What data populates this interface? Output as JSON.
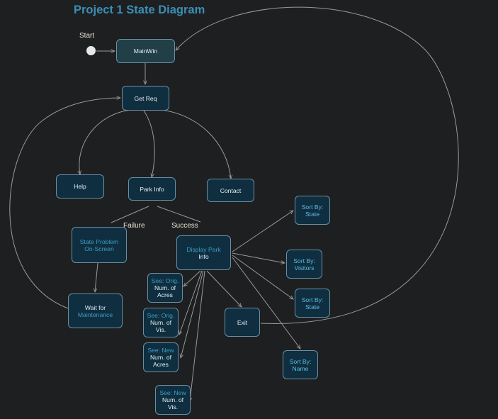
{
  "title": "Project 1 State Diagram",
  "labels": {
    "start": "Start",
    "failure": "Failure",
    "success": "Success"
  },
  "nodes": {
    "mainwin": "MainWin",
    "get_req": "Get Req",
    "help": "Help",
    "park_info": "Park Info",
    "contact": "Contact",
    "state_problem": [
      "State Problem",
      "On-Screen"
    ],
    "wait_maintenance": [
      "Wait for",
      "Maintenance"
    ],
    "display_park_info": [
      "Display Park",
      "Info"
    ],
    "see_orig_acres": [
      "See: Orig.",
      "Num. of",
      "Acres"
    ],
    "see_orig_vis": [
      "See: Orig.",
      "Num. of",
      "Vis."
    ],
    "see_new_acres": [
      "See: New",
      "Num. of",
      "Acres"
    ],
    "see_new_vis": [
      "See: New",
      "Num. of",
      "Vis."
    ],
    "exit": "Exit",
    "sort_state_1": [
      "Sort By:",
      "State"
    ],
    "sort_visitors": [
      "Sort By:",
      "Visitors"
    ],
    "sort_state_2": [
      "Sort By:",
      "State"
    ],
    "sort_name": [
      "Sort By:",
      "Name"
    ]
  },
  "colors": {
    "background": "#1e1f21",
    "title": "#3a8fb5",
    "edge": "#9a9a9a",
    "node_fill": "#0f2f40",
    "node_border": "#6a8fa3"
  }
}
